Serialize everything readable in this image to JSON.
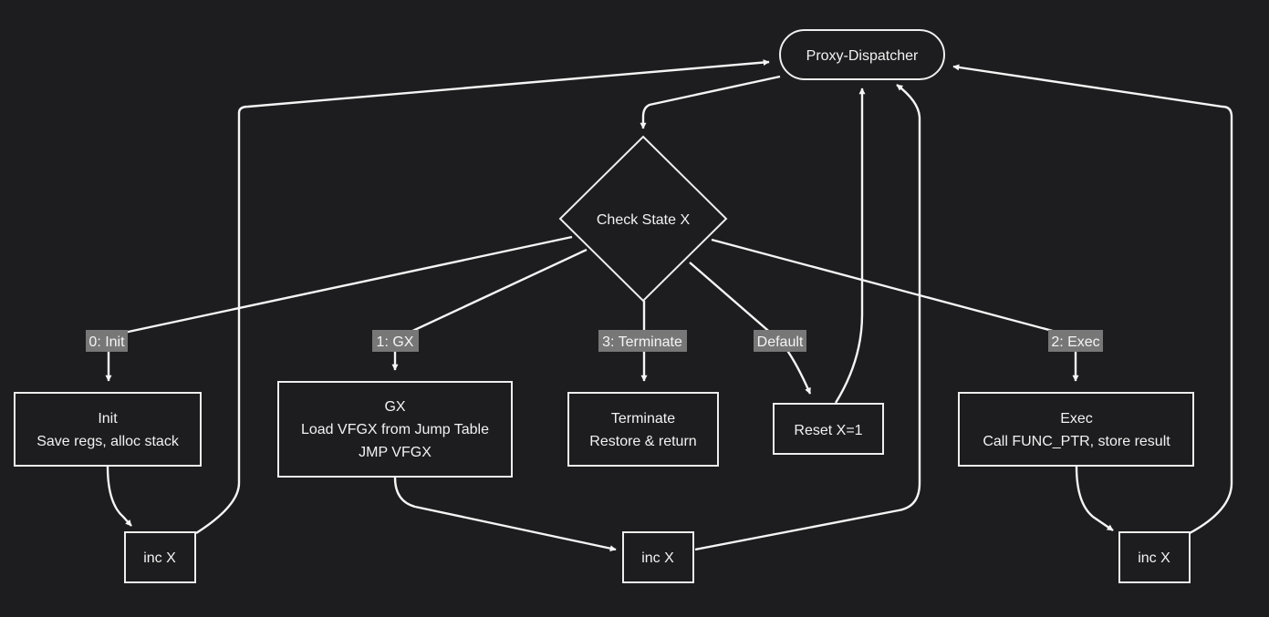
{
  "colors": {
    "background": "#1d1d1f",
    "stroke": "#eeeeee",
    "edge_label_bg": "#777777",
    "text": "#f2f2f2"
  },
  "nodes": {
    "dispatcher": {
      "label": "Proxy-Dispatcher"
    },
    "check_state": {
      "label": "Check State X"
    },
    "init": {
      "line1": "Init",
      "line2": "Save regs, alloc stack"
    },
    "gx": {
      "line1": "GX",
      "line2": "Load VFGX from Jump Table",
      "line3": "JMP VFGX"
    },
    "terminate": {
      "line1": "Terminate",
      "line2": "Restore & return"
    },
    "reset": {
      "label": "Reset X=1"
    },
    "exec": {
      "line1": "Exec",
      "line2": "Call FUNC_PTR, store result"
    },
    "inc_left": {
      "label": "inc X"
    },
    "inc_mid": {
      "label": "inc X"
    },
    "inc_right": {
      "label": "inc X"
    }
  },
  "edge_labels": {
    "init": "0: Init",
    "gx": "1: GX",
    "terminate": "3: Terminate",
    "default": "Default",
    "exec": "2: Exec"
  }
}
